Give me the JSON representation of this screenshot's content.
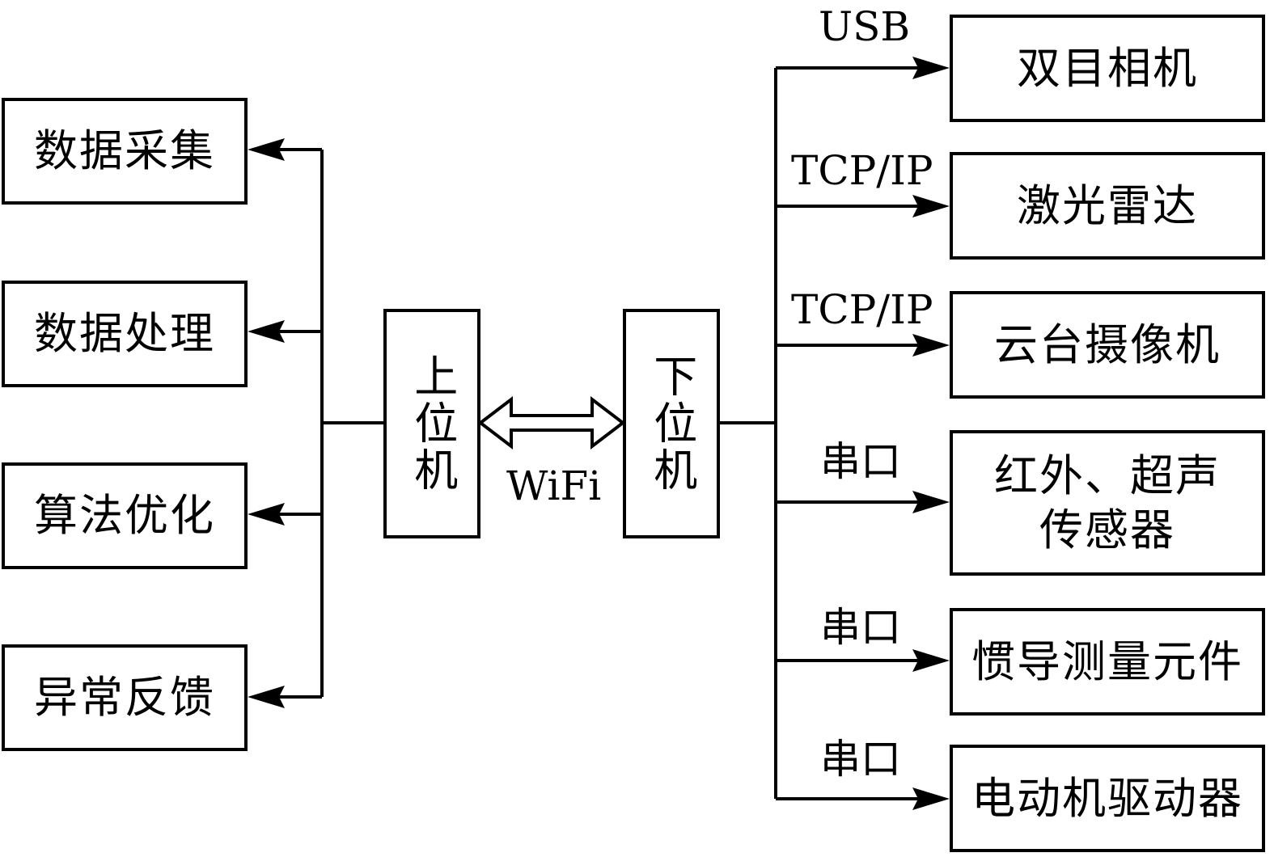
{
  "upper": {
    "name": "上位机",
    "functions": [
      "数据采集",
      "数据处理",
      "算法优化",
      "异常反馈"
    ]
  },
  "lower": {
    "name": "下位机"
  },
  "link": "WiFi",
  "devices": [
    {
      "protocol": "USB",
      "name": "双目相机"
    },
    {
      "protocol": "TCP/IP",
      "name": "激光雷达"
    },
    {
      "protocol": "TCP/IP",
      "name": "云台摄像机"
    },
    {
      "protocol": "串口",
      "name": "红外、超声\n传感器",
      "lines": [
        "红外、超声",
        "传感器"
      ]
    },
    {
      "protocol": "串口",
      "name": "惯导测量元件"
    },
    {
      "protocol": "串口",
      "name": "电动机驱动器"
    }
  ]
}
